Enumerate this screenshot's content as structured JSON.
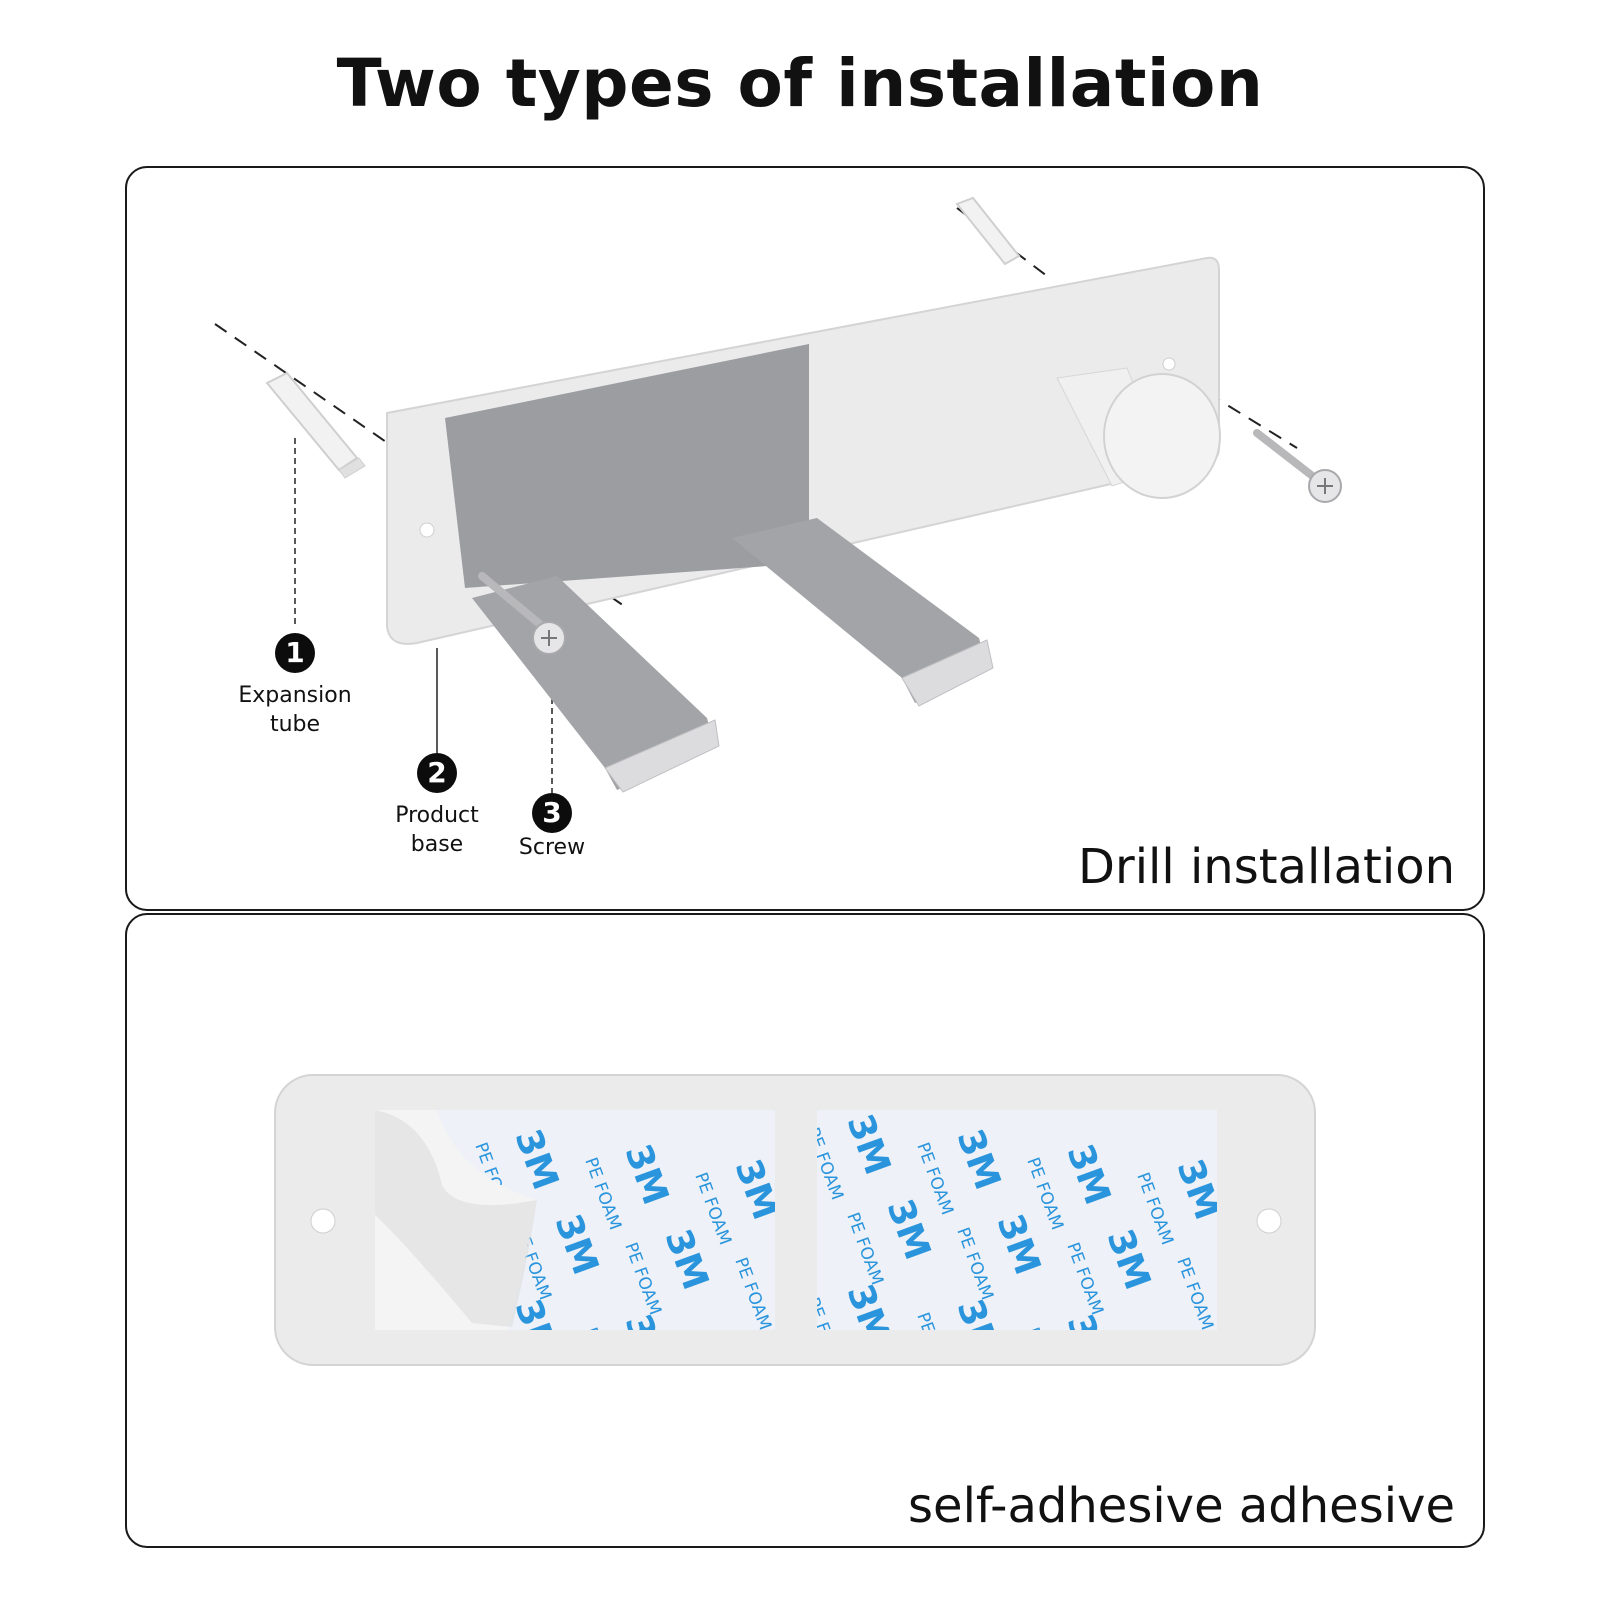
{
  "title": "Two types of installation",
  "drill_panel": {
    "caption": "Drill installation",
    "callouts": [
      {
        "number": "1",
        "label_lines": [
          "Expansion",
          "tube"
        ]
      },
      {
        "number": "2",
        "label_lines": [
          "Product",
          "base"
        ]
      },
      {
        "number": "3",
        "label_lines": [
          "Screw"
        ]
      }
    ]
  },
  "adhesive_panel": {
    "caption": "self-adhesive adhesive",
    "tape_logo": "3M",
    "tape_text": "PE FOAM"
  },
  "colors": {
    "plate": "#e9eaea",
    "hook_gray": "#9d9ea2",
    "tape_blue": "#2a95dd",
    "outline": "#1a1a1a"
  }
}
